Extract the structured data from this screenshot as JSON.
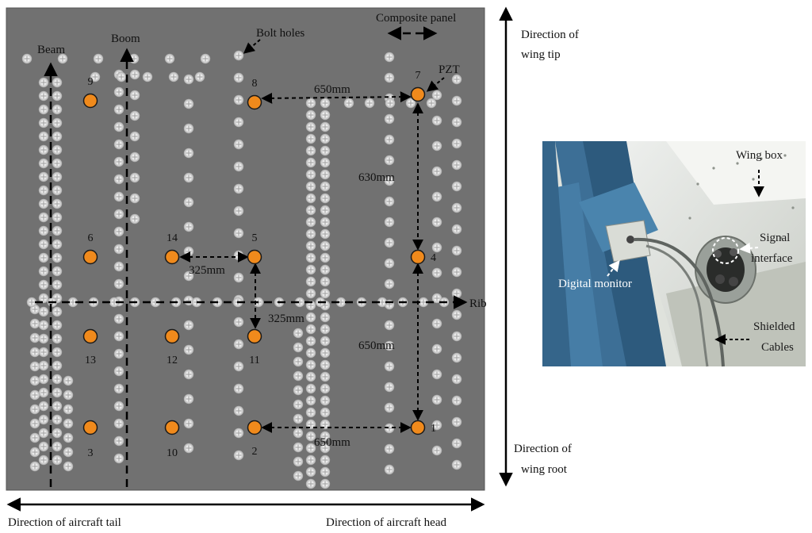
{
  "labels": {
    "beam": "Beam",
    "boom": "Boom",
    "bolt_holes": "Bolt holes",
    "composite_panel": "Composite panel",
    "pzt": "PZT",
    "rib": "Rib",
    "dir_wing_tip_1": "Direction of",
    "dir_wing_tip_2": "wing tip",
    "dir_wing_root_1": "Direction of",
    "dir_wing_root_2": "wing root",
    "dir_tail": "Direction of aircraft tail",
    "dir_head": "Direction of aircraft head"
  },
  "dimensions": {
    "d_8_7": "650mm",
    "d_7_4": "630mm",
    "d_14_5": "325mm",
    "d_5_11": "325mm",
    "d_4_1": "650mm",
    "d_2_1": "650mm"
  },
  "sensors": [
    {
      "id": "9"
    },
    {
      "id": "8"
    },
    {
      "id": "7"
    },
    {
      "id": "6"
    },
    {
      "id": "14"
    },
    {
      "id": "5"
    },
    {
      "id": "4"
    },
    {
      "id": "13"
    },
    {
      "id": "12"
    },
    {
      "id": "11"
    },
    {
      "id": "3"
    },
    {
      "id": "10"
    },
    {
      "id": "2"
    },
    {
      "id": "1"
    }
  ],
  "photo": {
    "wing_box": "Wing box",
    "signal_1": "Signal",
    "signal_2": "interface",
    "digital_monitor": "Digital monitor",
    "shielded_1": "Shielded",
    "shielded_2": "Cables"
  },
  "colors": {
    "panel": "#717171",
    "sensor": "#f08a1c",
    "bolt": "#d9d9d9",
    "photo_blue": "#3d6f96"
  }
}
